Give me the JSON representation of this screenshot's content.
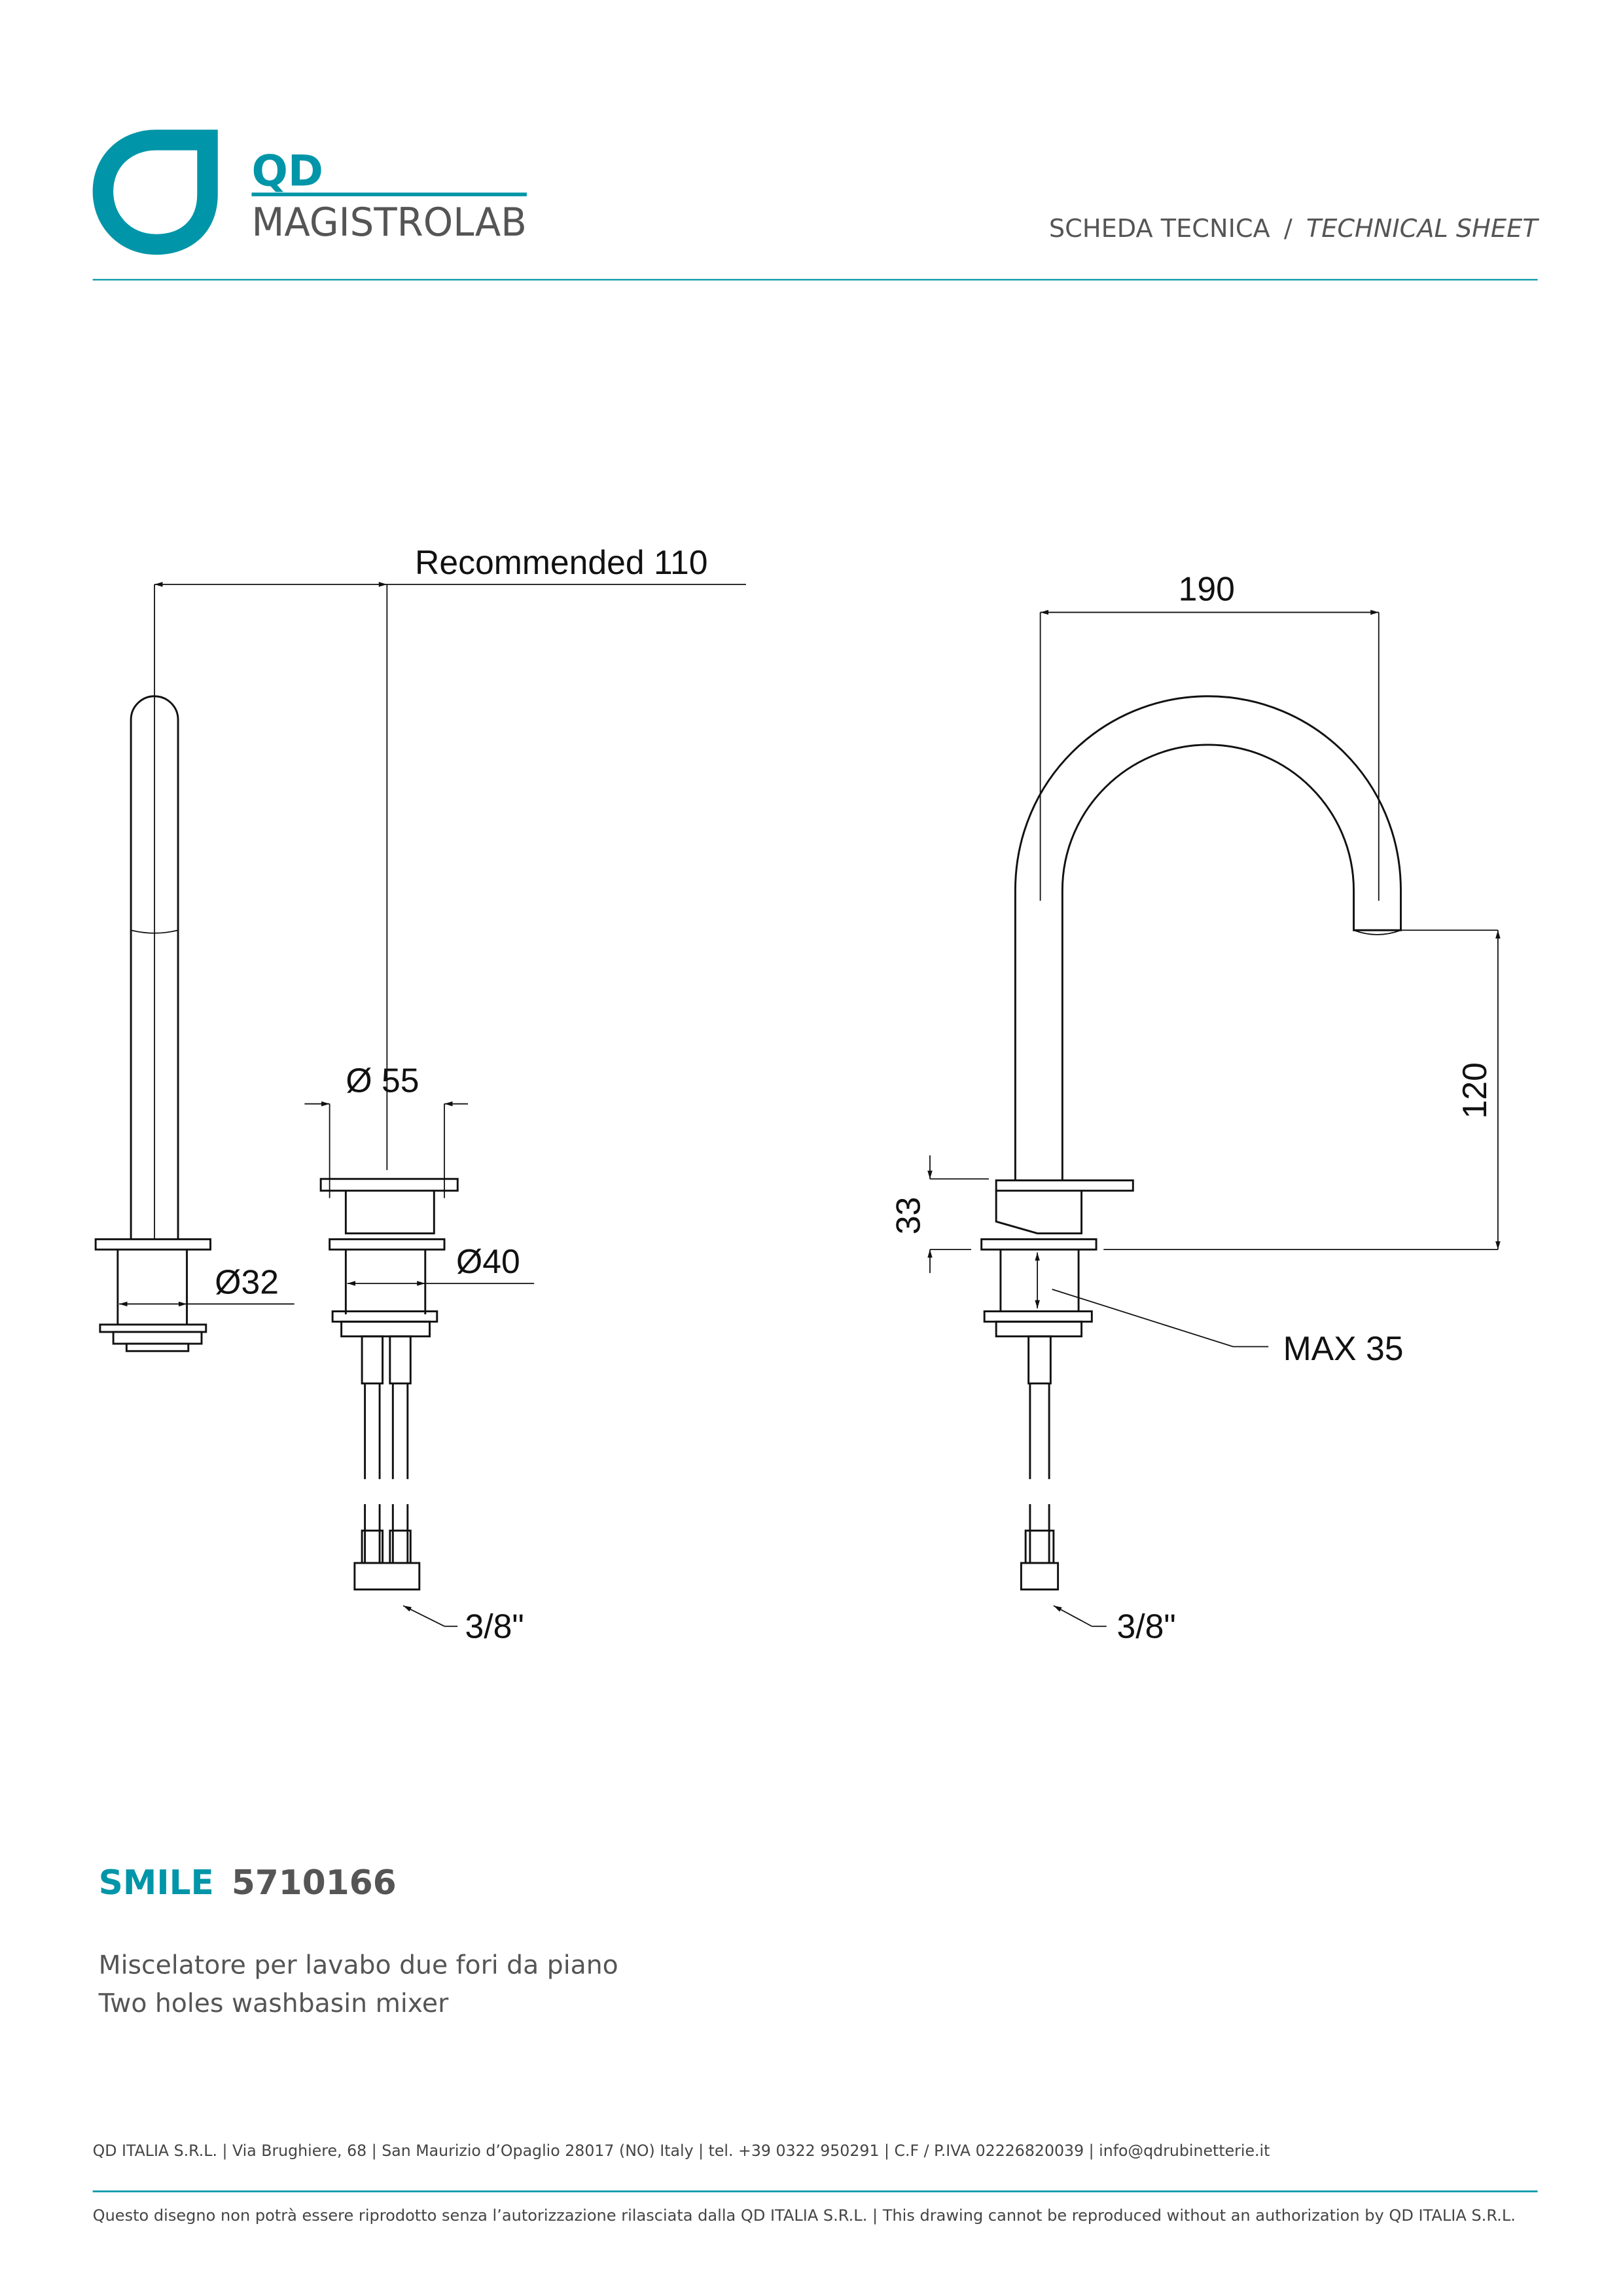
{
  "logo": {
    "brand_top": "QD",
    "brand_bottom": "MAGISTROLAB"
  },
  "header": {
    "title_it": "SCHEDA TECNICA",
    "separator": "/",
    "title_en": "TECHNICAL SHEET"
  },
  "drawing": {
    "recommended": "Recommended 110",
    "d55": "Ø 55",
    "d32": "Ø32",
    "d40": "Ø40",
    "w190": "190",
    "h120": "120",
    "h33": "33",
    "max35": "MAX 35",
    "conn_left": "3/8\"",
    "conn_right": "3/8\""
  },
  "product": {
    "name": "SMILE",
    "code": "5710166",
    "desc_it": "Miscelatore per lavabo due fori da piano",
    "desc_en": "Two holes washbasin mixer"
  },
  "footer": {
    "company": "QD ITALIA S.R.L. | Via Brughiere, 68 | San Maurizio d’Opaglio 28017 (NO) Italy | tel. +39 0322 950291 | C.F / P.IVA 02226820039 | info@qdrubinetterie.it",
    "disclaimer": "Questo disegno non potrà essere riprodotto senza l’autorizzazione rilasciata dalla QD ITALIA S.R.L. | This drawing cannot be reproduced without an authorization by QD ITALIA S.R.L."
  },
  "colors": {
    "accent": "#0095A8",
    "text": "#555555"
  }
}
